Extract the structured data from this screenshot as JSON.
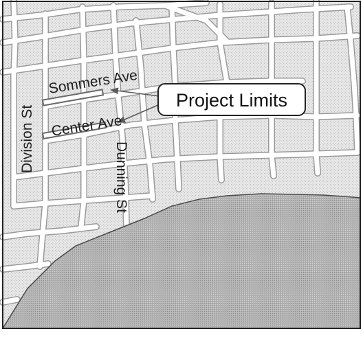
{
  "map": {
    "streets": {
      "sommers": "Sommers Ave",
      "center": "Center Ave",
      "division": "Division St",
      "dunning": "Dunning St"
    },
    "callout": {
      "label": "Project Limits"
    }
  },
  "colors": {
    "land": "#e7e7e7",
    "street": "#ffffff",
    "street_casing": "#9a9a9a",
    "water": "#a9a9a9",
    "shoreline": "#4a4a4a",
    "project_highlight": "#7a7a7a",
    "border": "#222222"
  }
}
